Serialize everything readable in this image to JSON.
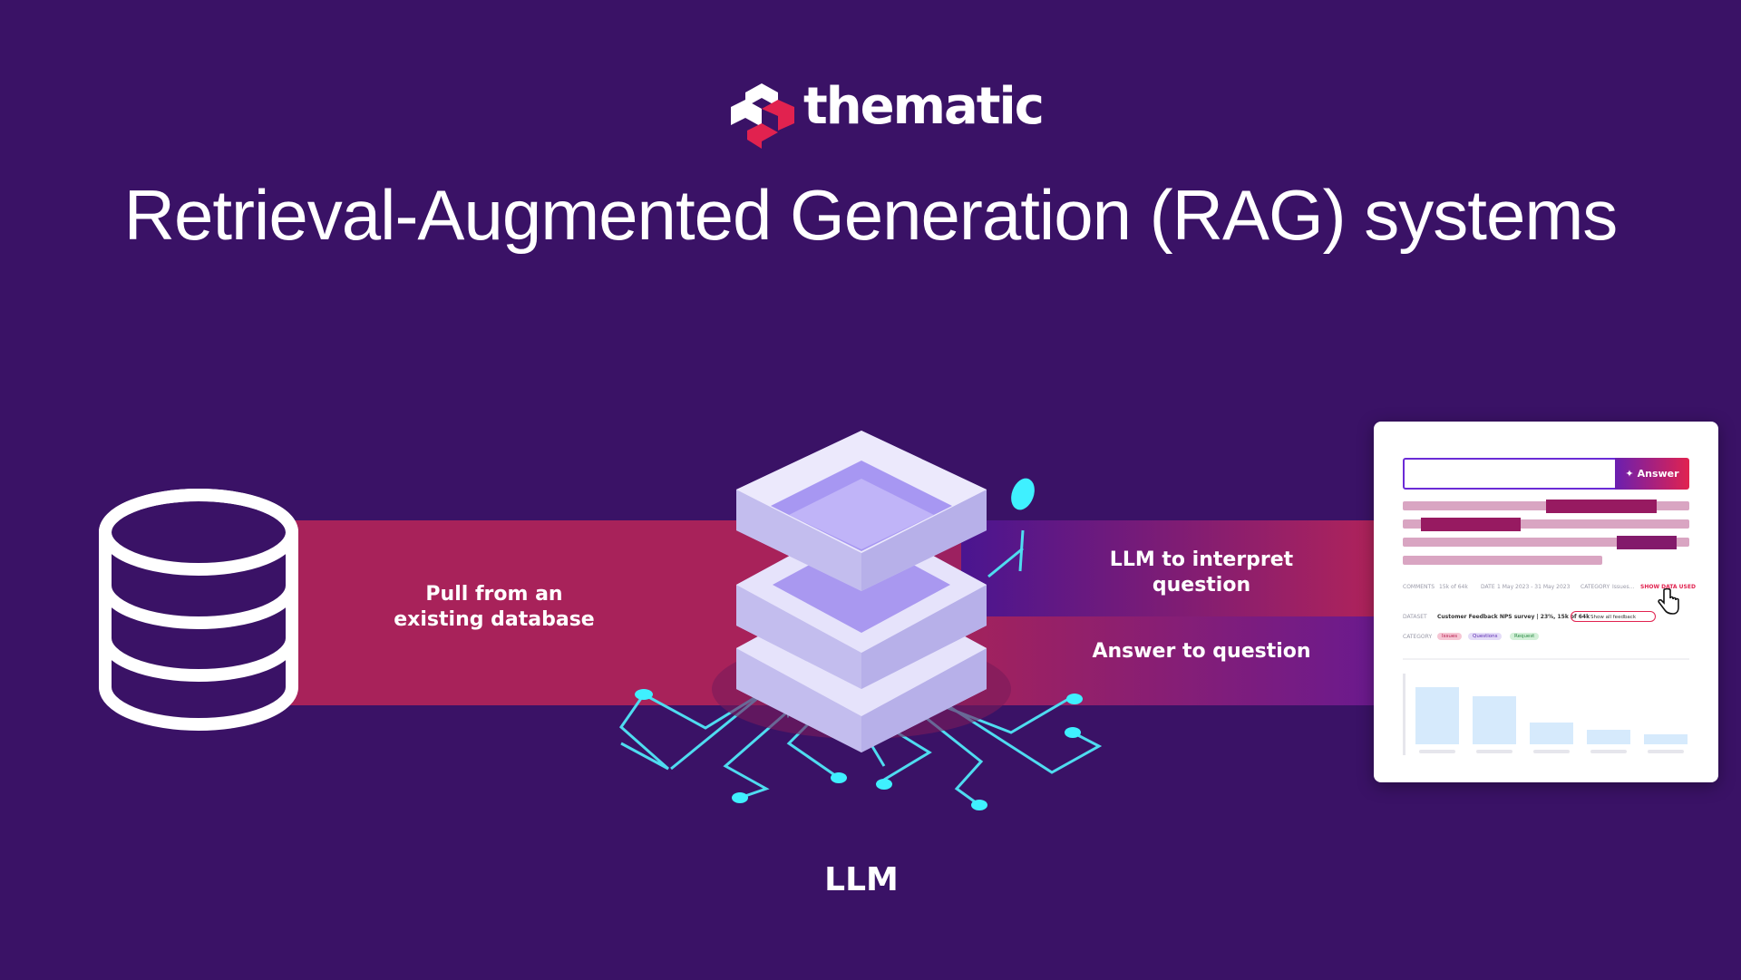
{
  "brand": {
    "name": "thematic",
    "primary_color": "#e1224f",
    "accent_color": "#6b2bd6",
    "background_color": "#3a1266"
  },
  "title": "Retrieval-Augmented Generation (RAG) systems",
  "labels": {
    "database": "Pull from an existing database",
    "interpret": "LLM to interpret question",
    "answer": "Answer to question",
    "llm": "LLM"
  },
  "screenshot": {
    "answer_button": "Answer",
    "meta": {
      "comments_label": "COMMENTS",
      "comments_value": "15k of 64k",
      "date_label": "DATE",
      "date_value": "1 May 2023 - 31 May 2023",
      "category_label": "CATEGORY",
      "category_value": "Issues...",
      "show_data": "SHOW DATA USED"
    },
    "dataset_label": "DATASET",
    "dataset_value": "Customer Feedback NPS survey | 23%, 15k of 64k",
    "show_feedback": "Show all feedback",
    "category_label": "CATEGORY",
    "categories": [
      "Issues",
      "Questions",
      "Request"
    ]
  },
  "icons": [
    "database-icon",
    "llm-server-icon",
    "circuit-icon",
    "sparkle-icon",
    "pointer-hand-icon"
  ]
}
